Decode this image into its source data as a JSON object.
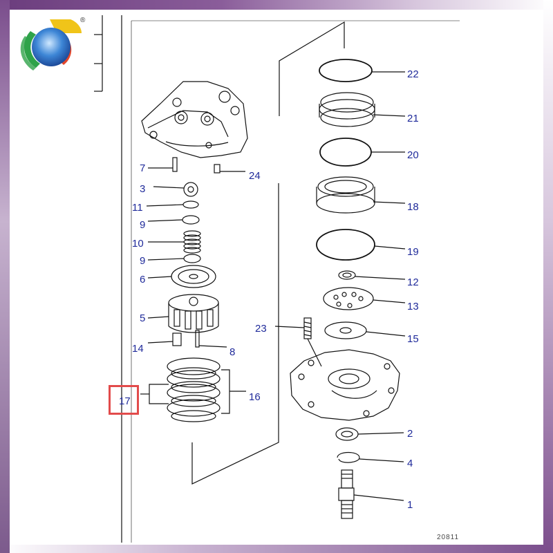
{
  "diagram": {
    "part_labels": {
      "p1": "1",
      "p2": "2",
      "p3": "3",
      "p4": "4",
      "p5": "5",
      "p6": "6",
      "p7": "7",
      "p8": "8",
      "p9a": "9",
      "p9b": "9",
      "p10": "10",
      "p11": "11",
      "p12": "12",
      "p13": "13",
      "p14": "14",
      "p15": "15",
      "p16": "16",
      "p17": "17",
      "p18": "18",
      "p19": "19",
      "p20": "20",
      "p21": "21",
      "p22": "22",
      "p23": "23",
      "p24": "24"
    },
    "highlighted_part": "17",
    "sheet_number": "20811",
    "trademark": "®"
  },
  "colors": {
    "label_blue": "#1f2a9a",
    "highlight_red": "#e24b4b",
    "frame_purple": "#7a4d8c",
    "line_black": "#111111"
  }
}
